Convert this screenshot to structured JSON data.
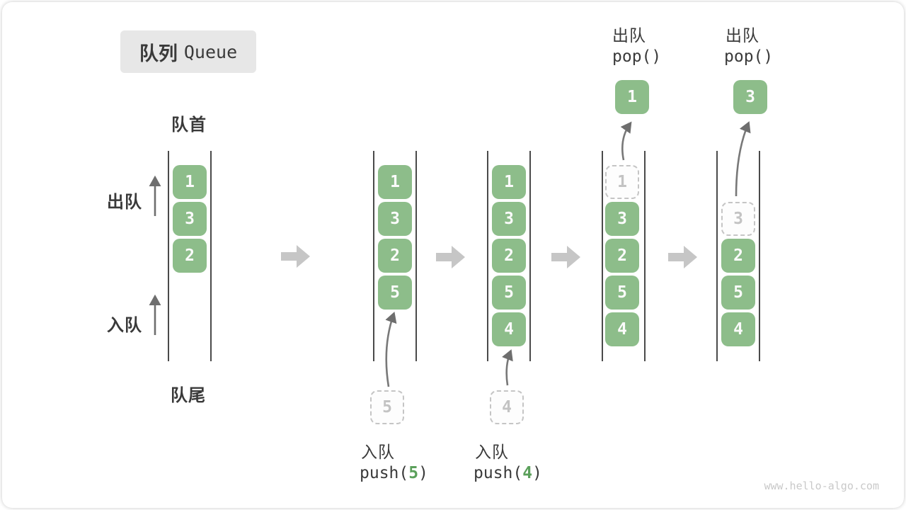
{
  "title": {
    "zh": "队列",
    "en": "Queue"
  },
  "side_labels": {
    "front": "队首",
    "rear": "队尾",
    "dequeue": "出队",
    "enqueue": "入队"
  },
  "colors": {
    "green": "#8dbd8a",
    "arg_green": "#5ba05b",
    "wall": "#4a4a4a",
    "text": "#3a3a3a",
    "flow": "#c6c6c6",
    "shaft": "#777777"
  },
  "states": [
    {
      "items": [
        "1",
        "3",
        "2"
      ]
    },
    {
      "items": [
        "1",
        "3",
        "2",
        "5"
      ],
      "pending": "5"
    },
    {
      "items": [
        "1",
        "3",
        "2",
        "5",
        "4"
      ],
      "pending": "4"
    },
    {
      "dashed": "1",
      "items": [
        "3",
        "2",
        "5",
        "4"
      ],
      "popped": "1"
    },
    {
      "dashed": "3",
      "items": [
        "2",
        "5",
        "4"
      ],
      "popped": "3"
    }
  ],
  "ops": {
    "push1": {
      "label": "入队",
      "pre": "push(",
      "arg": "5",
      "post": ")"
    },
    "push2": {
      "label": "入队",
      "pre": "push(",
      "arg": "4",
      "post": ")"
    },
    "pop1": {
      "label": "出队",
      "code": "pop()"
    },
    "pop2": {
      "label": "出队",
      "code": "pop()"
    }
  },
  "watermark": "www.hello-algo.com"
}
